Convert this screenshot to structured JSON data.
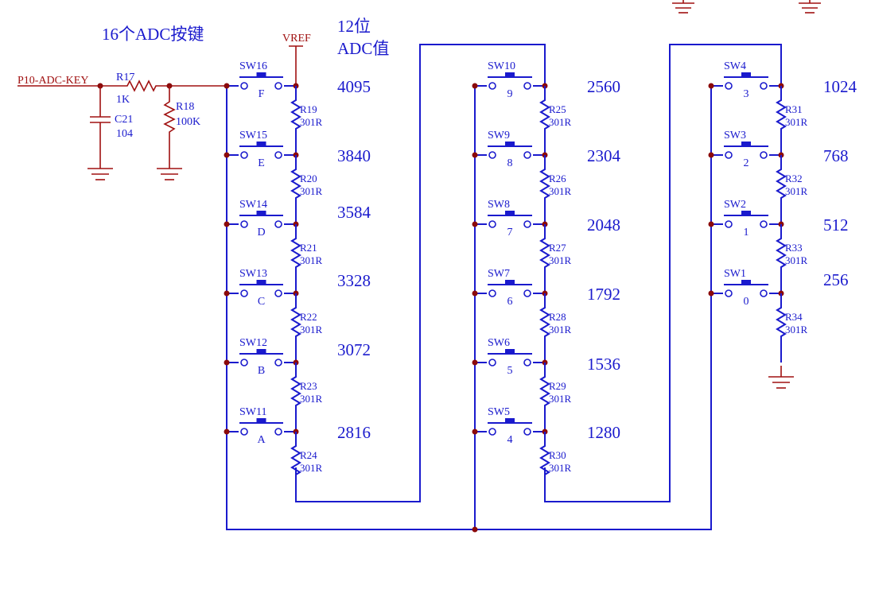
{
  "title": "16个ADC按键",
  "adc_header": [
    "12位",
    "ADC值"
  ],
  "net_labels": {
    "input": "P10-ADC-KEY",
    "vref": "VREF"
  },
  "input_parts": {
    "r17": {
      "ref": "R17",
      "value": "1K"
    },
    "r18": {
      "ref": "R18",
      "value": "100K"
    },
    "c21": {
      "ref": "C21",
      "value": "104"
    }
  },
  "columns": [
    {
      "rows": [
        {
          "sw": "SW16",
          "key": "F",
          "resistor": "R19",
          "rval": "301R",
          "adc": "4095"
        },
        {
          "sw": "SW15",
          "key": "E",
          "resistor": "R20",
          "rval": "301R",
          "adc": "3840"
        },
        {
          "sw": "SW14",
          "key": "D",
          "resistor": "R21",
          "rval": "301R",
          "adc": "3584"
        },
        {
          "sw": "SW13",
          "key": "C",
          "resistor": "R22",
          "rval": "301R",
          "adc": "3328"
        },
        {
          "sw": "SW12",
          "key": "B",
          "resistor": "R23",
          "rval": "301R",
          "adc": "3072"
        },
        {
          "sw": "SW11",
          "key": "A",
          "resistor": "R24",
          "rval": "301R",
          "adc": "2816"
        }
      ]
    },
    {
      "rows": [
        {
          "sw": "SW10",
          "key": "9",
          "resistor": "R25",
          "rval": "301R",
          "adc": "2560"
        },
        {
          "sw": "SW9",
          "key": "8",
          "resistor": "R26",
          "rval": "301R",
          "adc": "2304"
        },
        {
          "sw": "SW8",
          "key": "7",
          "resistor": "R27",
          "rval": "301R",
          "adc": "2048"
        },
        {
          "sw": "SW7",
          "key": "6",
          "resistor": "R28",
          "rval": "301R",
          "adc": "1792"
        },
        {
          "sw": "SW6",
          "key": "5",
          "resistor": "R29",
          "rval": "301R",
          "adc": "1536"
        },
        {
          "sw": "SW5",
          "key": "4",
          "resistor": "R30",
          "rval": "301R",
          "adc": "1280"
        }
      ]
    },
    {
      "rows": [
        {
          "sw": "SW4",
          "key": "3",
          "resistor": "R31",
          "rval": "301R",
          "adc": "1024"
        },
        {
          "sw": "SW3",
          "key": "2",
          "resistor": "R32",
          "rval": "301R",
          "adc": "768"
        },
        {
          "sw": "SW2",
          "key": "1",
          "resistor": "R33",
          "rval": "301R",
          "adc": "512"
        },
        {
          "sw": "SW1",
          "key": "0",
          "resistor": "R34",
          "rval": "301R",
          "adc": "256"
        }
      ]
    }
  ],
  "colors": {
    "wire": "#1a1acd",
    "net": "#a01010",
    "junction": "#8b0a0a"
  }
}
